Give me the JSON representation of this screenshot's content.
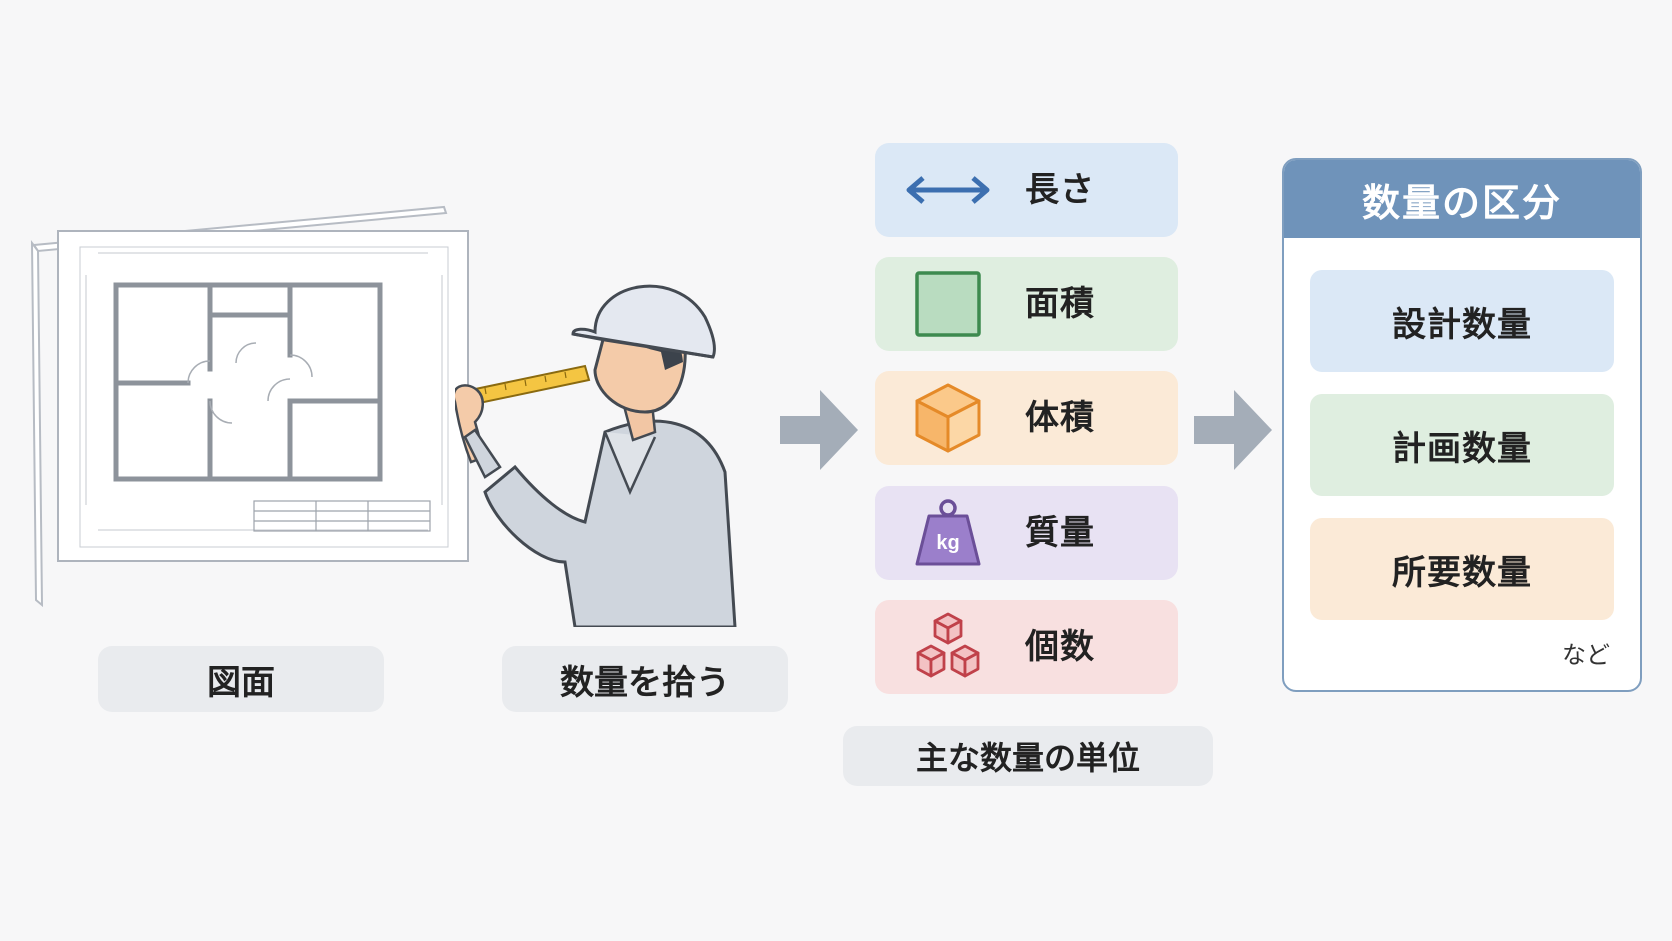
{
  "labels": {
    "drawing": "図面",
    "takeoff": "数量を拾う",
    "units_caption": "主な数量の単位"
  },
  "units": [
    {
      "label": "長さ",
      "icon": "double-arrow-icon",
      "bg": "#dbe8f6",
      "accent": "#3c6fb0"
    },
    {
      "label": "面積",
      "icon": "square-icon",
      "bg": "#dfeee0",
      "accent": "#3d8a4f"
    },
    {
      "label": "体積",
      "icon": "cube-icon",
      "bg": "#fbead7",
      "accent": "#e58a28"
    },
    {
      "label": "質量",
      "icon": "kg-weight-icon",
      "weight_text": "kg",
      "bg": "#e8e2f3",
      "accent": "#8a6bb8"
    },
    {
      "label": "個数",
      "icon": "stacked-boxes-icon",
      "bg": "#f8e0e0",
      "accent": "#c0414a"
    }
  ],
  "categories": {
    "title": "数量の区分",
    "items": [
      {
        "label": "設計数量",
        "bg": "#dbe8f6"
      },
      {
        "label": "計画数量",
        "bg": "#dfeee0"
      },
      {
        "label": "所要数量",
        "bg": "#fbead7"
      }
    ],
    "note": "など"
  },
  "colors": {
    "header": "#6f93ba",
    "arrow": "#a4adb8",
    "pill": "#e9ebee"
  }
}
